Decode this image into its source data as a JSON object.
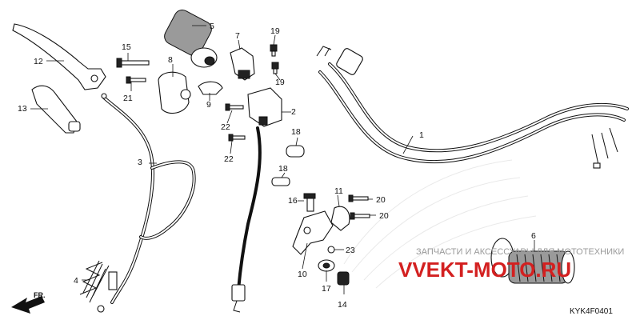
{
  "diagram": {
    "callouts": [
      "1",
      "2",
      "3",
      "4",
      "5",
      "6",
      "7",
      "8",
      "9",
      "10",
      "11",
      "12",
      "13",
      "14",
      "15",
      "16",
      "17",
      "18",
      "18",
      "19",
      "19",
      "20",
      "20",
      "21",
      "22",
      "22",
      "23"
    ],
    "front_label": "FR.",
    "diagram_code": "KYK4F0401",
    "watermark": {
      "text": "ЗАПЧАСТИ И АКСЕССУАРЫ ДЛЯ МОТОТЕХНИКИ",
      "logo_text": "VVEKT-MOTO.RU",
      "logo_color": "#d32020"
    }
  }
}
